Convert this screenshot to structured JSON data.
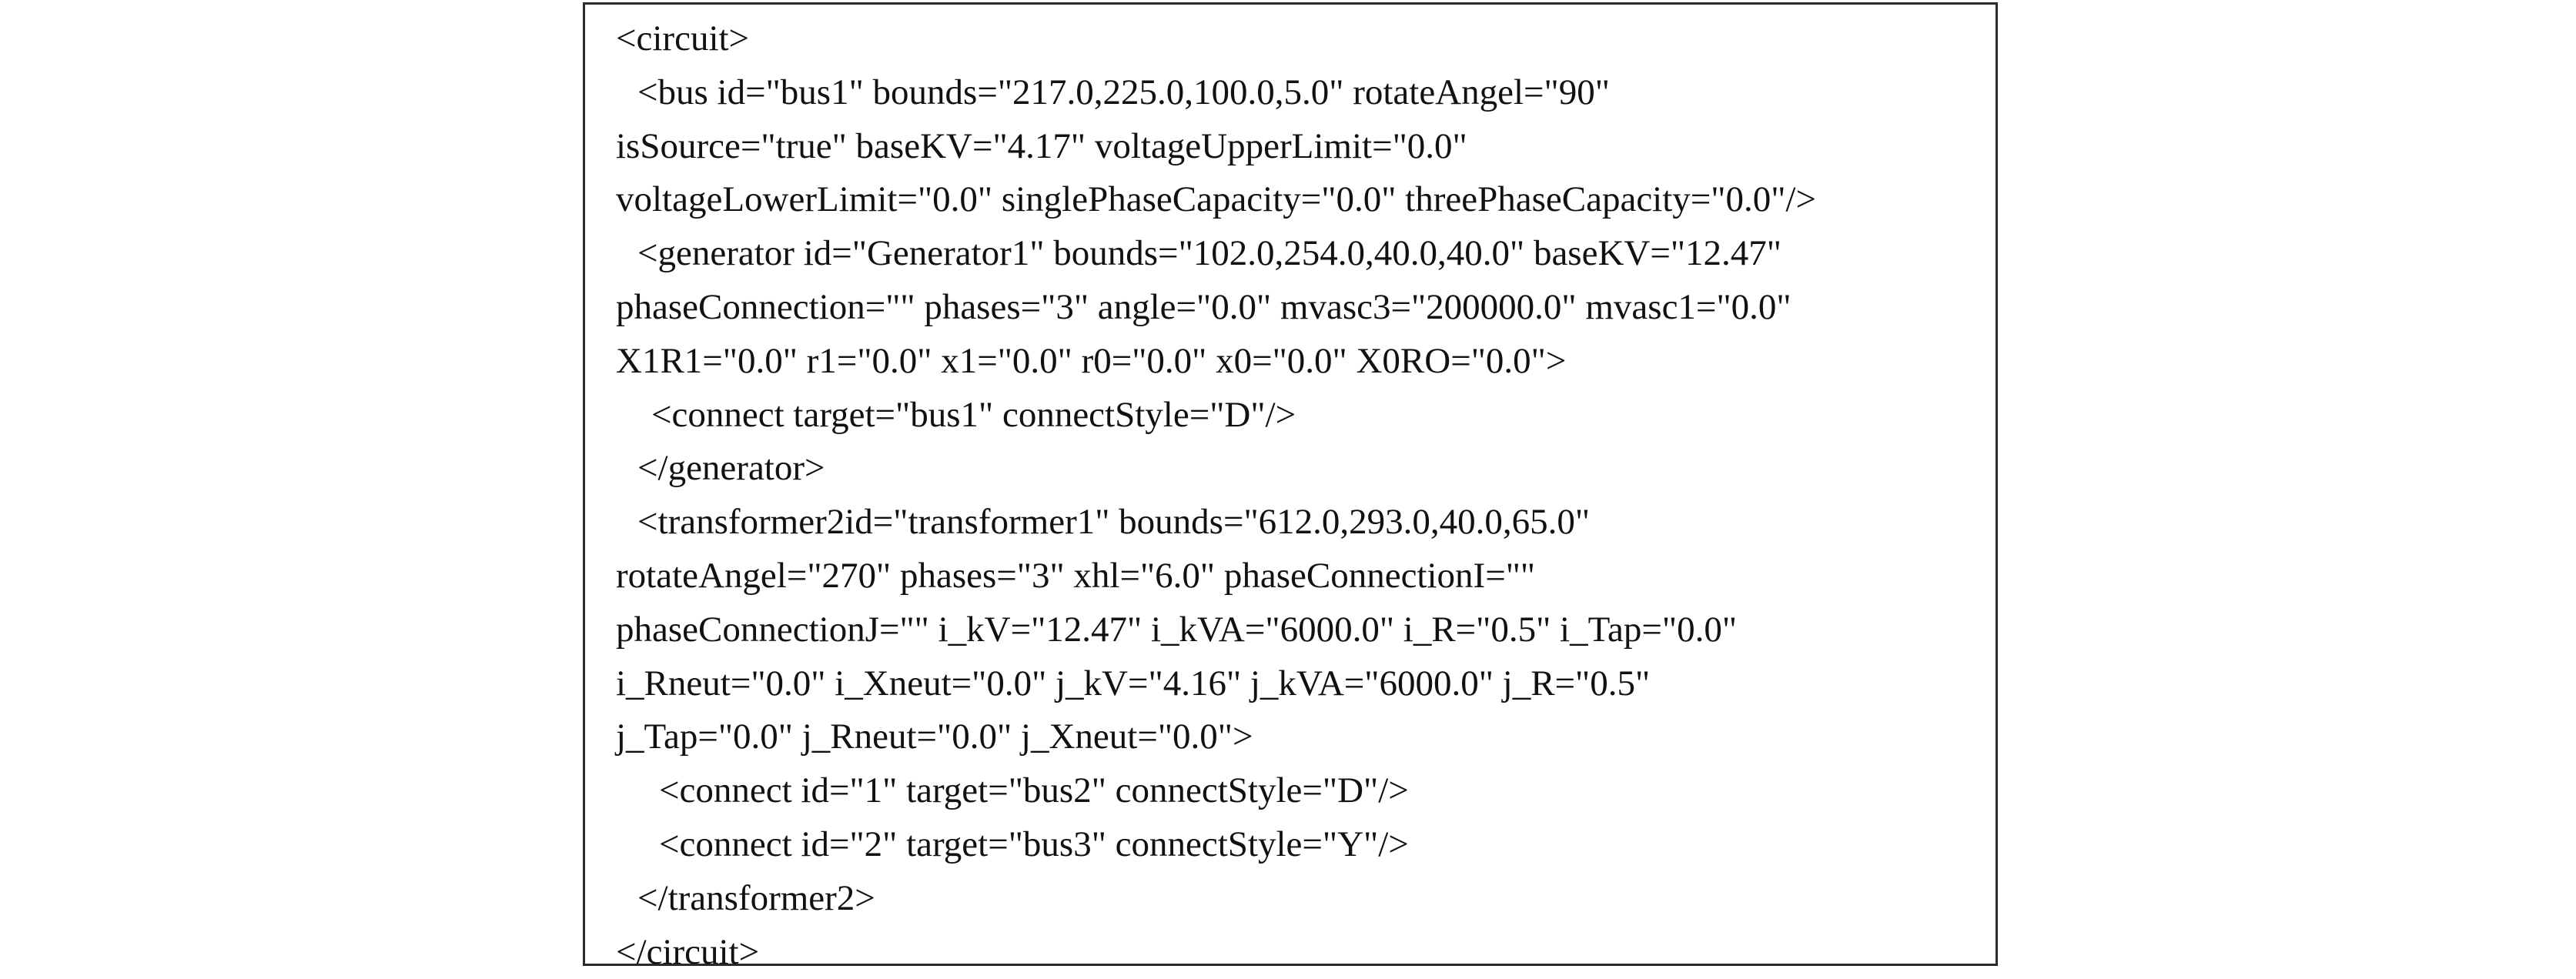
{
  "document": {
    "lines": [
      {
        "text": "<circuit>",
        "indent": 0
      },
      {
        "text": "<bus id=\"bus1\" bounds=\"217.0,225.0,100.0,5.0\" rotateAngel=\"90\"",
        "indent": 1
      },
      {
        "text": "isSource=\"true\" baseKV=\"4.17\" voltageUpperLimit=\"0.0\"",
        "indent": 0
      },
      {
        "text": "voltageLowerLimit=\"0.0\" singlePhaseCapacity=\"0.0\" threePhaseCapacity=\"0.0\"/>",
        "indent": 0
      },
      {
        "text": "<generator id=\"Generator1\" bounds=\"102.0,254.0,40.0,40.0\" baseKV=\"12.47\"",
        "indent": 1
      },
      {
        "text": "phaseConnection=\"\" phases=\"3\" angle=\"0.0\" mvasc3=\"200000.0\" mvasc1=\"0.0\"",
        "indent": 0
      },
      {
        "text": "X1R1=\"0.0\" r1=\"0.0\" x1=\"0.0\" r0=\"0.0\" x0=\"0.0\" X0RO=\"0.0\">",
        "indent": 0
      },
      {
        "text": "<connect target=\"bus1\" connectStyle=\"D\"/>",
        "indent": 2
      },
      {
        "text": "</generator>",
        "indent": 1
      },
      {
        "text": "<transformer2id=\"transformer1\" bounds=\"612.0,293.0,40.0,65.0\"",
        "indent": 1
      },
      {
        "text": "rotateAngel=\"270\" phases=\"3\" xhl=\"6.0\" phaseConnectionI=\"\"",
        "indent": 0
      },
      {
        "text": "phaseConnectionJ=\"\" i_kV=\"12.47\" i_kVA=\"6000.0\" i_R=\"0.5\" i_Tap=\"0.0\"",
        "indent": 0
      },
      {
        "text": "i_Rneut=\"0.0\" i_Xneut=\"0.0\" j_kV=\"4.16\" j_kVA=\"6000.0\" j_R=\"0.5\"",
        "indent": 0
      },
      {
        "text": "j_Tap=\"0.0\" j_Rneut=\"0.0\" j_Xneut=\"0.0\">",
        "indent": 0
      },
      {
        "text": "<connect id=\"1\" target=\"bus2\" connectStyle=\"D\"/>",
        "indent": 3
      },
      {
        "text": "<connect id=\"2\" target=\"bus3\" connectStyle=\"Y\"/>",
        "indent": 3
      },
      {
        "text": "</transformer2>",
        "indent": 1
      },
      {
        "text": "</circuit>",
        "indent": 0
      }
    ]
  }
}
